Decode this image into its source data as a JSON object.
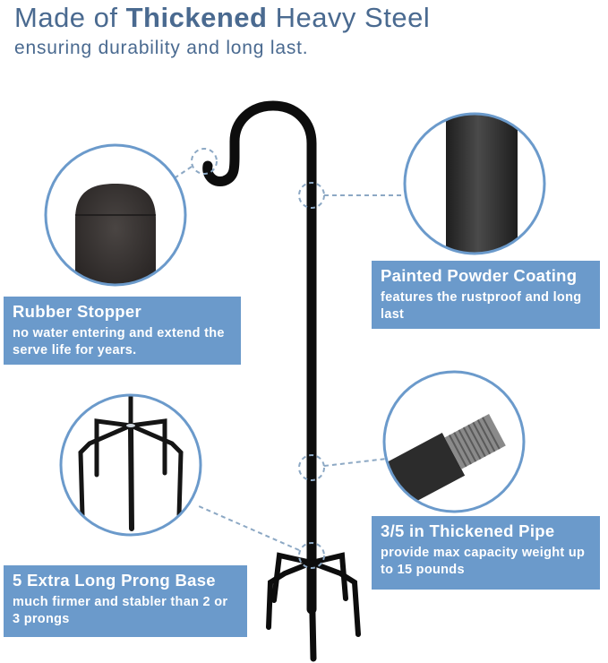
{
  "header": {
    "title_prefix": "Made of ",
    "title_bold": "Thickened",
    "title_suffix": " Heavy Steel",
    "subtitle": "ensuring durability and long last."
  },
  "features": [
    {
      "heading": "Rubber Stopper",
      "description": "no water entering and extend the serve life for years.",
      "icon": "rubber-stopper-closeup"
    },
    {
      "heading": "Painted Powder Coating",
      "description": "features the rustproof and long last",
      "icon": "powder-coating-closeup"
    },
    {
      "heading": "3/5 in Thickened Pipe",
      "description": "provide max capacity weight up to 15 pounds",
      "icon": "threaded-pipe-closeup"
    },
    {
      "heading": "5 Extra Long Prong Base",
      "description": "much firmer and stabler than 2 or 3 prongs",
      "icon": "prong-base-closeup"
    }
  ],
  "colors": {
    "accent_blue": "#6b9acb",
    "title_blue": "#4a6a90",
    "callout_circle": "#6b9acb",
    "steel": "#111111"
  }
}
